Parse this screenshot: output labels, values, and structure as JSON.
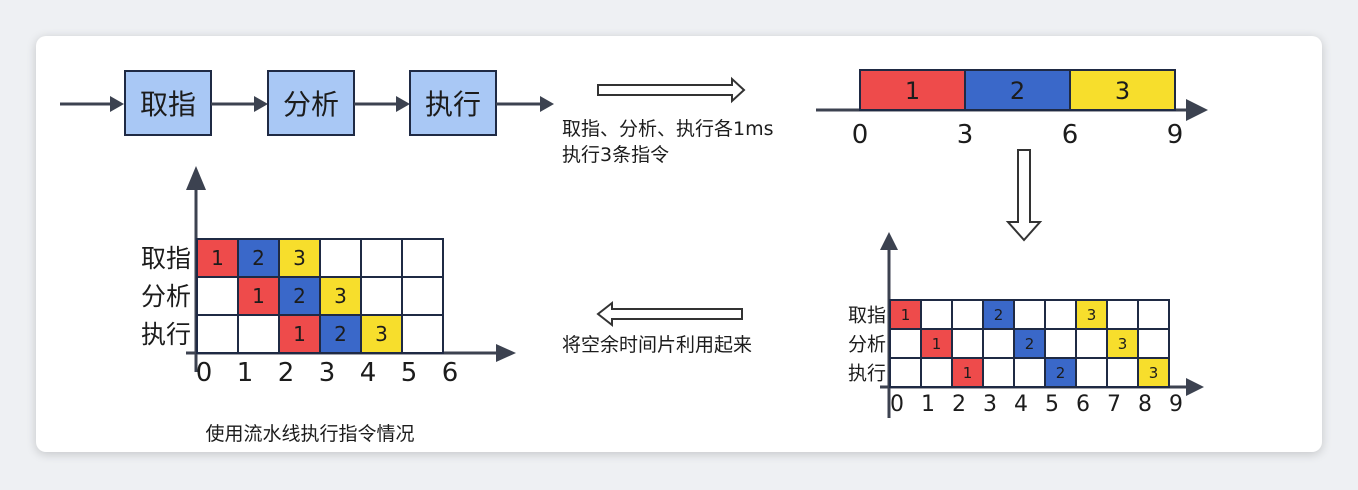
{
  "colors": {
    "red": "#ee4b4b",
    "blue": "#3a68c9",
    "yellow": "#f7de2c",
    "stage_box": "#a9c8f5"
  },
  "pipeline": {
    "stages": [
      "取指",
      "分析",
      "执行"
    ]
  },
  "arrows": {
    "top_caption_line1": "取指、分析、执行各1ms",
    "top_caption_line2": "执行3条指令",
    "mid_caption": "将空余时间片利用起来"
  },
  "sequential_bar": {
    "segments": [
      {
        "label": "1",
        "color": "red",
        "start": 0,
        "end": 3
      },
      {
        "label": "2",
        "color": "blue",
        "start": 3,
        "end": 6
      },
      {
        "label": "3",
        "color": "yellow",
        "start": 6,
        "end": 9
      }
    ],
    "ticks": [
      "0",
      "3",
      "6",
      "9"
    ]
  },
  "sequential_grid": {
    "rows": [
      "取指",
      "分析",
      "执行"
    ],
    "ticks": [
      "0",
      "1",
      "2",
      "3",
      "4",
      "5",
      "6",
      "7",
      "8",
      "9"
    ],
    "cells": [
      {
        "row": 0,
        "col": 0,
        "label": "1",
        "color": "red"
      },
      {
        "row": 1,
        "col": 1,
        "label": "1",
        "color": "red"
      },
      {
        "row": 2,
        "col": 2,
        "label": "1",
        "color": "red"
      },
      {
        "row": 0,
        "col": 3,
        "label": "2",
        "color": "blue"
      },
      {
        "row": 1,
        "col": 4,
        "label": "2",
        "color": "blue"
      },
      {
        "row": 2,
        "col": 5,
        "label": "2",
        "color": "blue"
      },
      {
        "row": 0,
        "col": 6,
        "label": "3",
        "color": "yellow"
      },
      {
        "row": 1,
        "col": 7,
        "label": "3",
        "color": "yellow"
      },
      {
        "row": 2,
        "col": 8,
        "label": "3",
        "color": "yellow"
      }
    ]
  },
  "pipeline_grid": {
    "rows": [
      "取指",
      "分析",
      "执行"
    ],
    "ticks": [
      "0",
      "1",
      "2",
      "3",
      "4",
      "5",
      "6"
    ],
    "cells": [
      {
        "row": 0,
        "col": 0,
        "label": "1",
        "color": "red"
      },
      {
        "row": 0,
        "col": 1,
        "label": "2",
        "color": "blue"
      },
      {
        "row": 0,
        "col": 2,
        "label": "3",
        "color": "yellow"
      },
      {
        "row": 1,
        "col": 1,
        "label": "1",
        "color": "red"
      },
      {
        "row": 1,
        "col": 2,
        "label": "2",
        "color": "blue"
      },
      {
        "row": 1,
        "col": 3,
        "label": "3",
        "color": "yellow"
      },
      {
        "row": 2,
        "col": 2,
        "label": "1",
        "color": "red"
      },
      {
        "row": 2,
        "col": 3,
        "label": "2",
        "color": "blue"
      },
      {
        "row": 2,
        "col": 4,
        "label": "3",
        "color": "yellow"
      }
    ],
    "caption": "使用流水线执行指令情况"
  }
}
